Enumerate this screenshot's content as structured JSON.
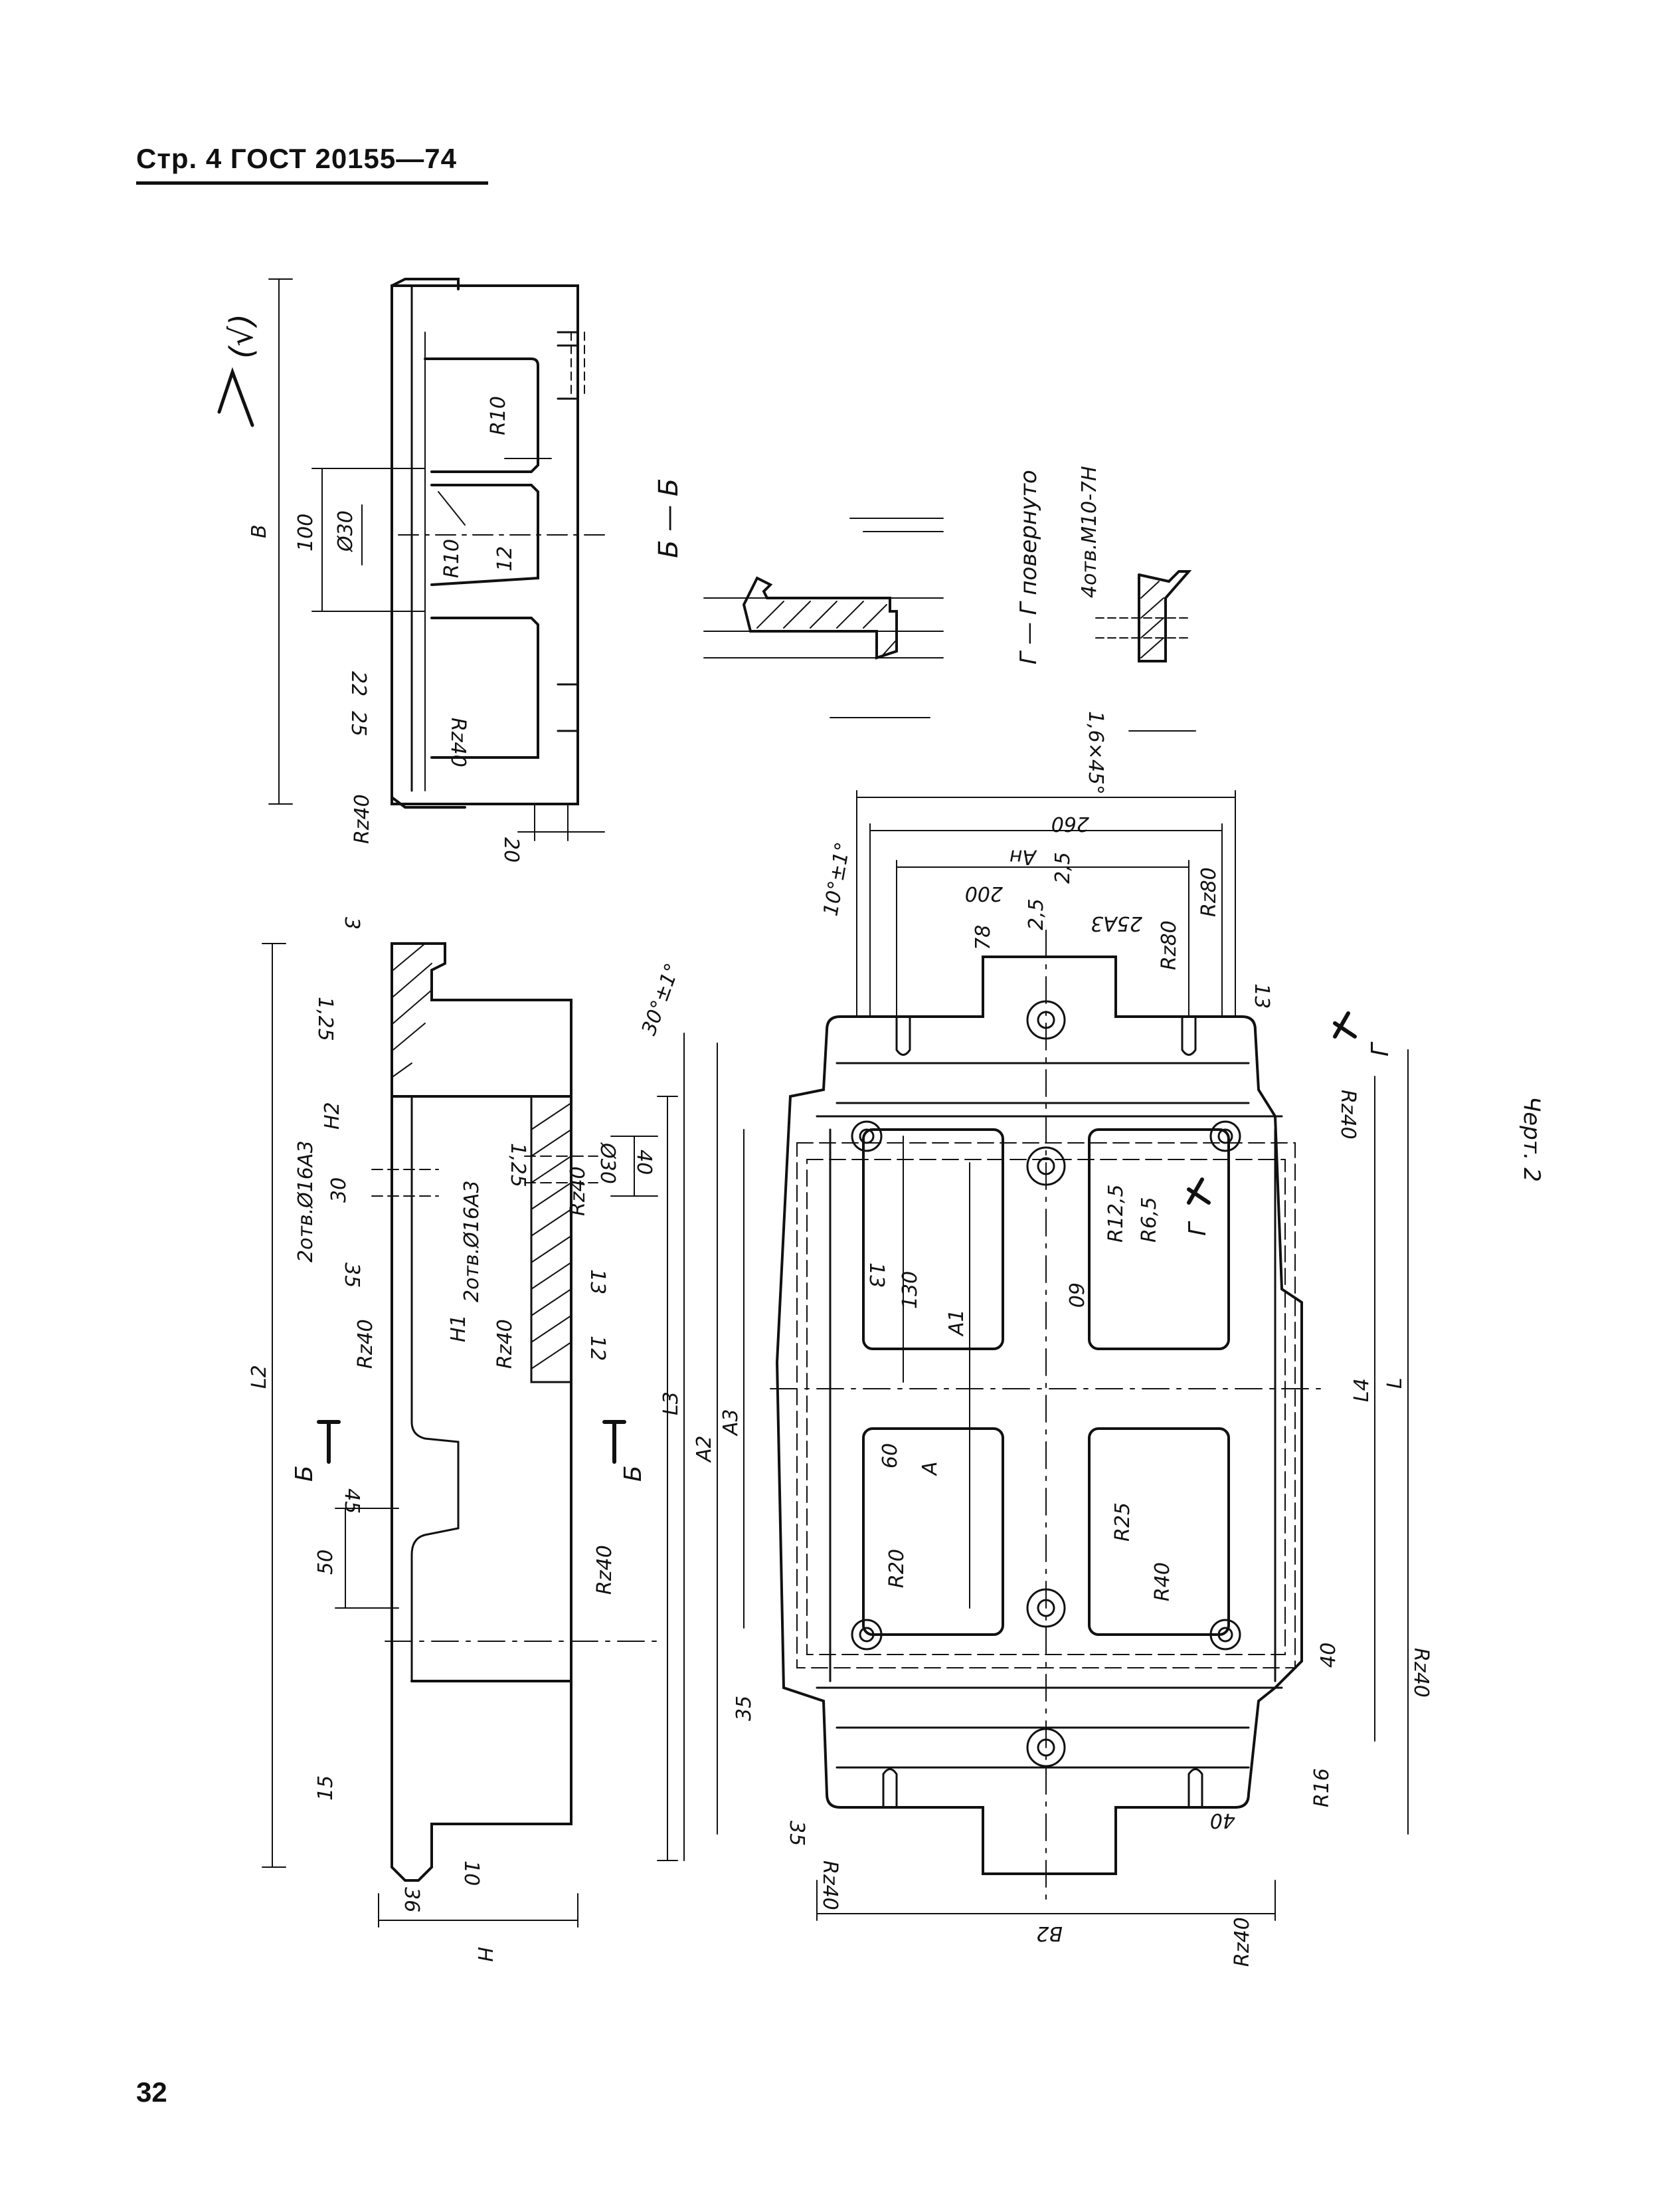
{
  "header": {
    "text": "Стр. 4 ГОСТ 20155—74"
  },
  "page_number": "32",
  "figure_caption": "Черт. 2",
  "surface_symbol": "(√)",
  "section_b": {
    "title": "Б — Б"
  },
  "section_g": {
    "title": "Г — Г повернуто",
    "holes": "4отв.М10-7Н",
    "chamfer": "1,6×45°"
  },
  "cut_labels": {
    "b": "Б",
    "g": "Г"
  },
  "top_view": {
    "dims": [
      "B",
      "100",
      "Ø30",
      "R10",
      "R10",
      "12",
      "22",
      "25",
      "Rz40",
      "20"
    ]
  },
  "side_view": {
    "dims": [
      "Rz40",
      "3",
      "1,25",
      "2отв.Ø16А3",
      "H2",
      "30",
      "2отв.Ø16А3",
      "1,25",
      "Ø30",
      "40",
      "30°±1°",
      "Rz40",
      "35",
      "H1",
      "13",
      "Rz40",
      "Rz40",
      "12",
      "L2",
      "45",
      "50",
      "Rz40",
      "15",
      "10",
      "36",
      "H",
      "L3"
    ]
  },
  "plan_view": {
    "dims": [
      "260",
      "Aн",
      "200",
      "2,5",
      "25А3",
      "Rz80",
      "78",
      "Rz80",
      "13",
      "10°±1°",
      "2,5",
      "Rz40",
      "R12,5",
      "R6,5",
      "13",
      "130",
      "60",
      "A1",
      "A2",
      "A3",
      "A",
      "60",
      "R20",
      "R25",
      "R40",
      "L4",
      "L",
      "40",
      "35",
      "Rz40",
      "R16",
      "35",
      "Rz40",
      "40",
      "B2",
      "Rz40"
    ]
  }
}
